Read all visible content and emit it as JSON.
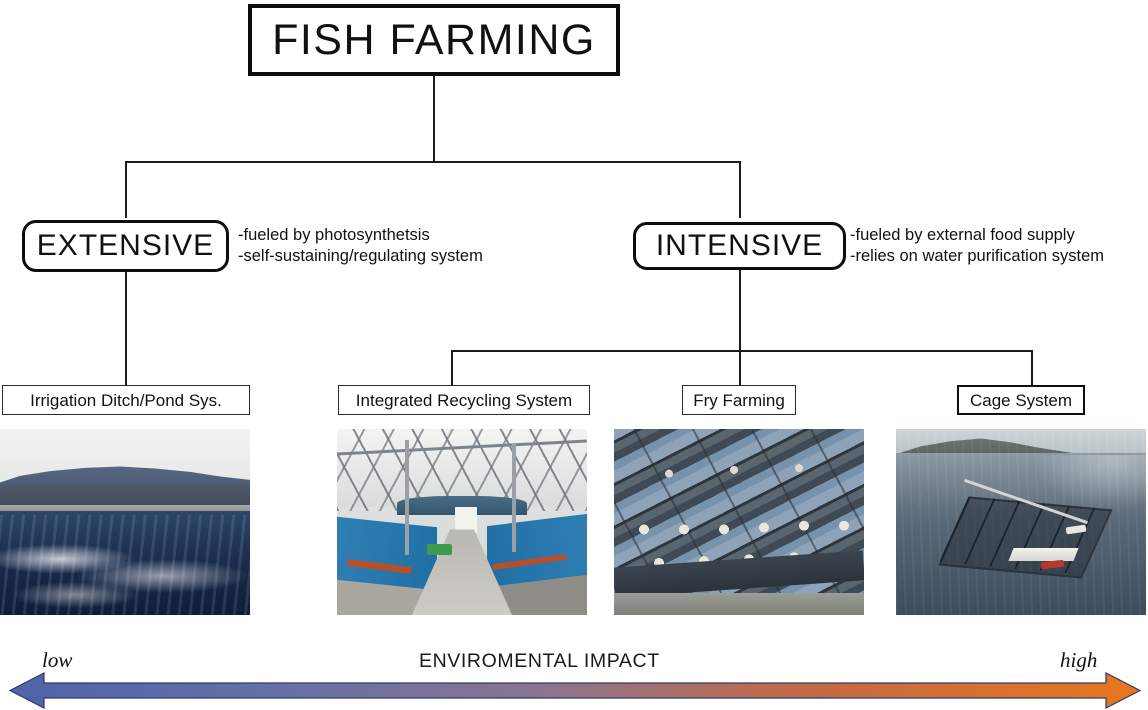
{
  "diagram": {
    "root": {
      "label": "FISH FARMING"
    },
    "categories": [
      {
        "id": "extensive",
        "label": "EXTENSIVE",
        "notes": [
          "-fueled    by    photosynthetsis",
          "-self-sustaining/regulating system"
        ]
      },
      {
        "id": "intensive",
        "label": "INTENSIVE",
        "notes": [
          "-fueled by external food supply",
          "-relies on water purification system"
        ]
      }
    ],
    "systems": [
      {
        "id": "irrigation-ditch-pond-sys",
        "label": "Irrigation Ditch/Pond Sys.",
        "parent": "extensive",
        "photo_alt": "pond-river-water-photo"
      },
      {
        "id": "integrated-recycling-system",
        "label": "Integrated Recycling System",
        "parent": "intensive",
        "photo_alt": "greenhouse-tanks-photo"
      },
      {
        "id": "fry-farming",
        "label": "Fry Farming",
        "parent": "intensive",
        "photo_alt": "raceway-channels-photo"
      },
      {
        "id": "cage-system",
        "label": "Cage System",
        "parent": "intensive",
        "photo_alt": "sea-cages-aerial-photo"
      }
    ],
    "scale": {
      "title": "ENVIROMENTAL IMPACT",
      "low_label": "low",
      "high_label": "high",
      "gradient_start_color": "#4f63a8",
      "gradient_end_color": "#e8761d",
      "outline_color": "#2f3a6b"
    }
  }
}
